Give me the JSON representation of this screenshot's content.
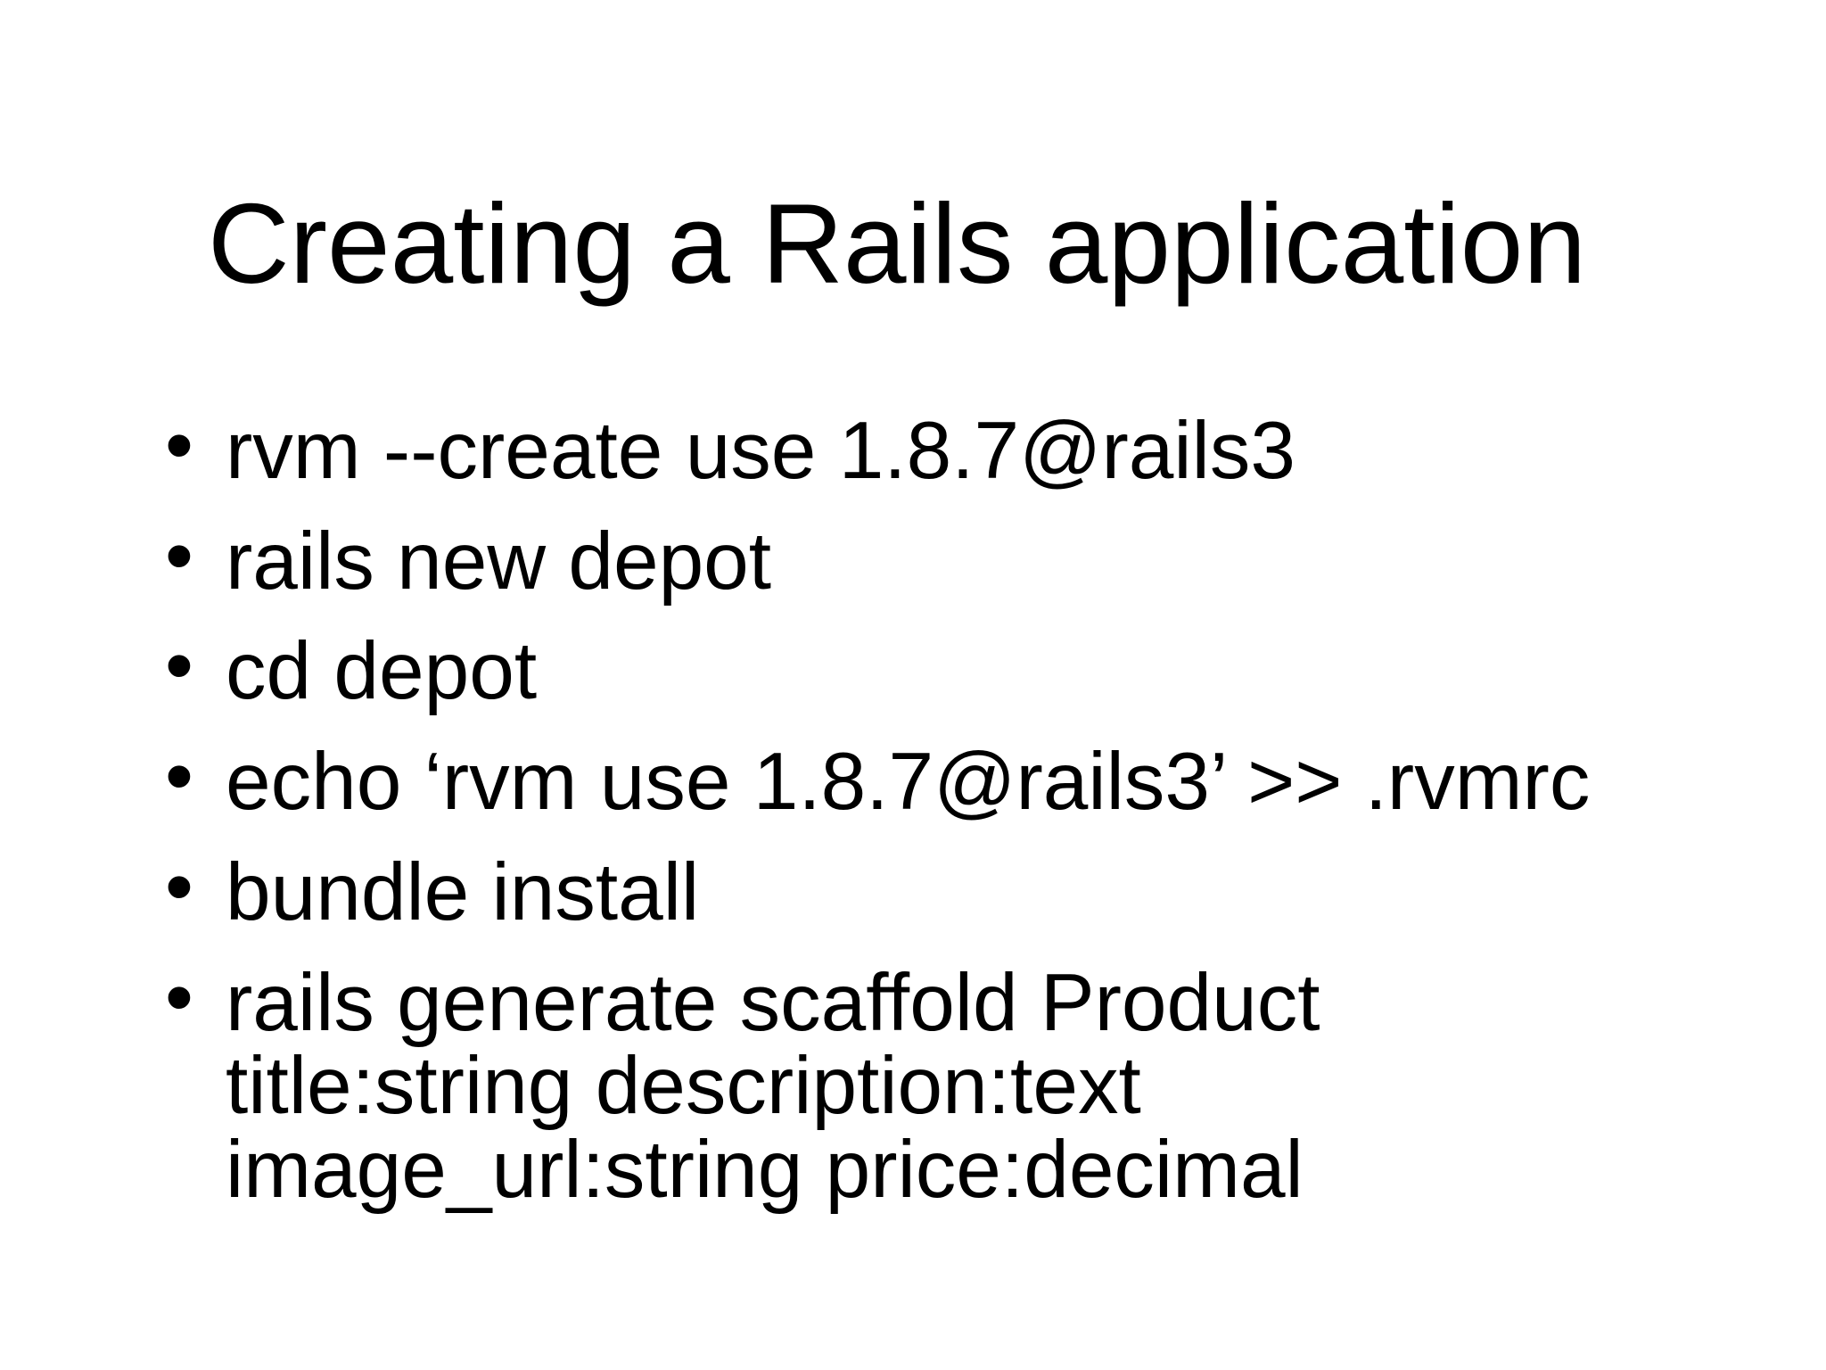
{
  "slide": {
    "title": "Creating a Rails application",
    "bullets": [
      "rvm --create use 1.8.7@rails3",
      "rails new depot",
      "cd depot",
      "echo ‘rvm use 1.8.7@rails3’ >> .rvmrc",
      "bundle install",
      "rails generate scaffold Product\ntitle:string description:text\nimage_url:string price:decimal"
    ],
    "bullet_marker": "•",
    "colors": {
      "background": "#ffffff",
      "text": "#000000"
    }
  }
}
